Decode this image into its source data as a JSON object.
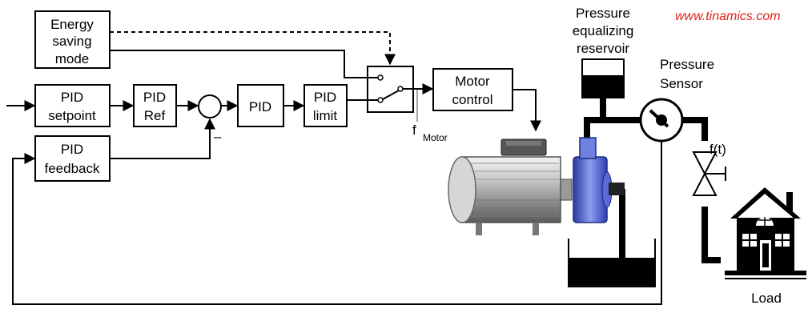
{
  "watermark": "www.tinamics.com",
  "blocks": {
    "energy_saving": [
      "Energy",
      "saving",
      "mode"
    ],
    "pid_setpoint": [
      "PID",
      "setpoint"
    ],
    "pid_ref": [
      "PID",
      "Ref"
    ],
    "pid": "PID",
    "pid_limit": [
      "PID",
      "limit"
    ],
    "pid_feedback": [
      "PID",
      "feedback"
    ],
    "motor_control": [
      "Motor",
      "control"
    ]
  },
  "labels": {
    "minus": "–",
    "f_main": "f",
    "f_sub": "Motor",
    "reservoir": [
      "Pressure",
      "equalizing",
      "reservoir"
    ],
    "pressure_sensor": [
      "Pressure",
      "Sensor"
    ],
    "valve": "f(t)",
    "load": "Load"
  },
  "colors": {
    "watermark": "#e0241b",
    "motor_body": "#b8b8b8",
    "pump": "#4a5fd0",
    "fluid": "#000000"
  }
}
